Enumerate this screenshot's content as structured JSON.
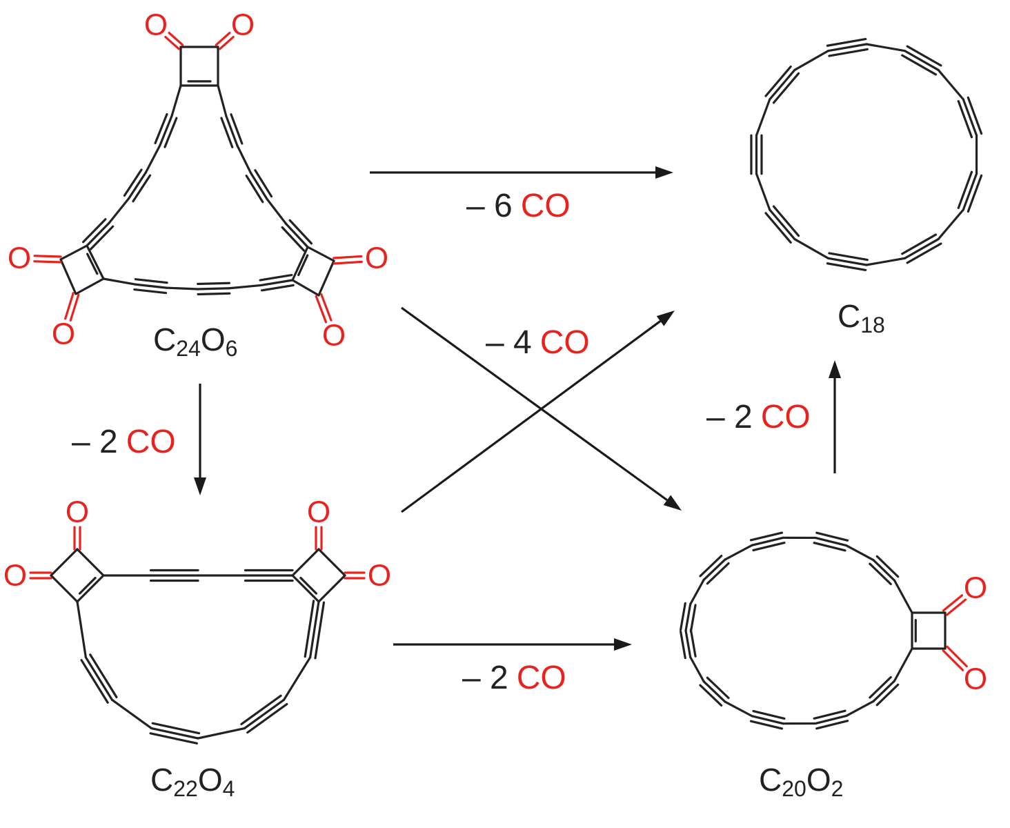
{
  "colors": {
    "bond": "#222222",
    "heteroatom": "#e8231f",
    "text": "#222222"
  },
  "atom_symbol": "O",
  "molecules": [
    {
      "id": "c24o6",
      "formula": {
        "elements": [
          "C",
          "O"
        ],
        "counts": [
          "24",
          "6"
        ]
      }
    },
    {
      "id": "c22o4",
      "formula": {
        "elements": [
          "C",
          "O"
        ],
        "counts": [
          "22",
          "4"
        ]
      }
    },
    {
      "id": "c20o2",
      "formula": {
        "elements": [
          "C",
          "O"
        ],
        "counts": [
          "20",
          "2"
        ]
      }
    },
    {
      "id": "c18",
      "formula": {
        "elements": [
          "C"
        ],
        "counts": [
          "18"
        ]
      }
    }
  ],
  "reactions": [
    {
      "from": "C24O6",
      "to": "C18",
      "prefix": "– 6",
      "loss": "CO"
    },
    {
      "from": "C22O4",
      "to": "C18",
      "prefix": "– 4",
      "loss": "CO"
    },
    {
      "from": "C24O6",
      "to": "C22O4",
      "prefix": "– 2",
      "loss": "CO"
    },
    {
      "from": "C20O2",
      "to": "C18",
      "prefix": "– 2",
      "loss": "CO"
    },
    {
      "from": "C22O4",
      "to": "C20O2",
      "prefix": "– 2",
      "loss": "CO"
    },
    {
      "from": "C24O6",
      "to": "C20O2",
      "prefix": "",
      "loss": ""
    }
  ]
}
